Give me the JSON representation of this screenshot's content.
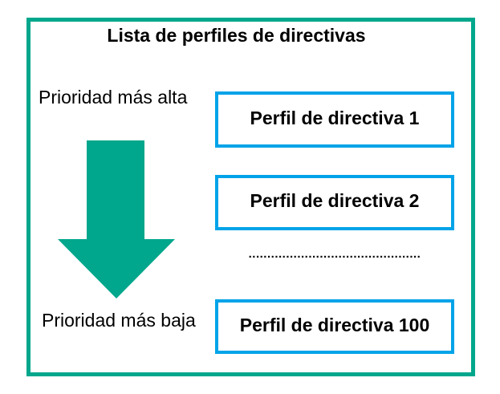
{
  "diagram": {
    "title": "Lista de perfiles de directivas",
    "priority_high_label": "Prioridad más alta",
    "priority_low_label": "Prioridad más baja",
    "profiles": [
      {
        "label": "Perfil de directiva 1"
      },
      {
        "label": "Perfil de directiva 2"
      },
      {
        "label": "Perfil de directiva 100"
      }
    ],
    "ellipsis": "..............................................",
    "arrow": {
      "direction": "down",
      "meaning": "priority-decreases-downward"
    },
    "colors": {
      "frame_border": "#00A78C",
      "arrow_fill": "#00A78C",
      "profile_box_border": "#00A3E8",
      "text": "#000000",
      "background": "#FFFFFF"
    }
  }
}
